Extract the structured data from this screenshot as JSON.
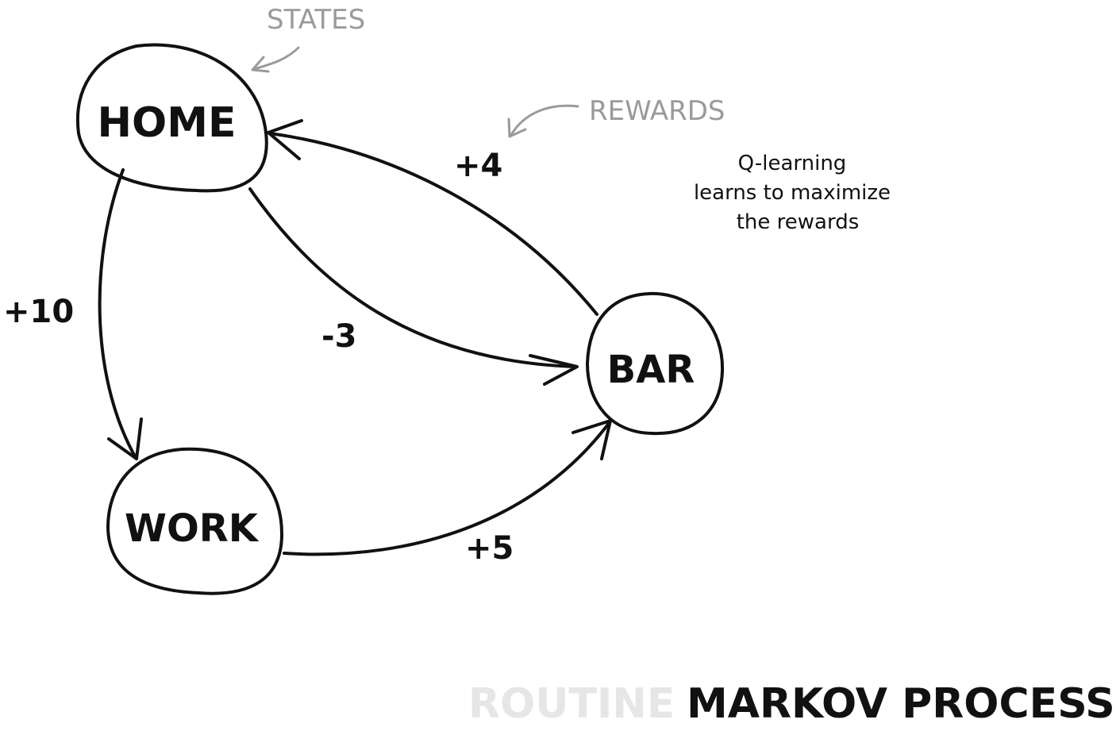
{
  "nodes": {
    "home": "HOME",
    "work": "WORK",
    "bar": "BAR"
  },
  "edges": {
    "home_to_work": "+10",
    "home_to_bar": "-3",
    "bar_to_home": "+4",
    "work_to_bar": "+5"
  },
  "annotations": {
    "states": "STATES",
    "rewards": "REWARDS",
    "note_lines": [
      "Q-learning",
      "learns to maximize",
      "the rewards"
    ]
  },
  "title": {
    "light": "ROUTINE",
    "dark": "MARKOV PROCESS"
  },
  "colors": {
    "ink": "#111111",
    "annotation": "#9a9a9a",
    "faded_title": "#e6e6e6"
  }
}
